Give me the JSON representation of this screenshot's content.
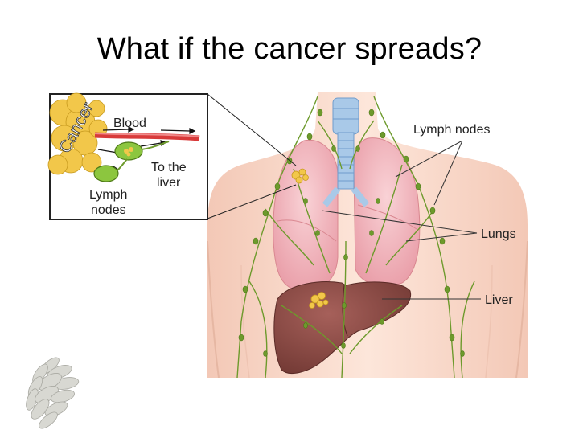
{
  "slide": {
    "title": "What if the cancer spreads?"
  },
  "diagram": {
    "labels": {
      "lymph_nodes": "Lymph nodes",
      "lungs": "Lungs",
      "liver": "Liver"
    },
    "inset": {
      "cancer": "Cancer",
      "blood": "Blood",
      "to_the_liver_line1": "To the",
      "to_the_liver_line2": "liver",
      "lymph_line1": "Lymph",
      "lymph_line2": "nodes"
    }
  },
  "colors": {
    "skin": "#fbe1d4",
    "lung": "#f3b9c0",
    "liver": "#8a4b45",
    "lymph": "#6d9a2c",
    "trachea": "#a9c9e8",
    "cancer": "#f2c74a",
    "blood": "#d83a3a"
  },
  "icons": {
    "logo": "pinecone-icon"
  }
}
